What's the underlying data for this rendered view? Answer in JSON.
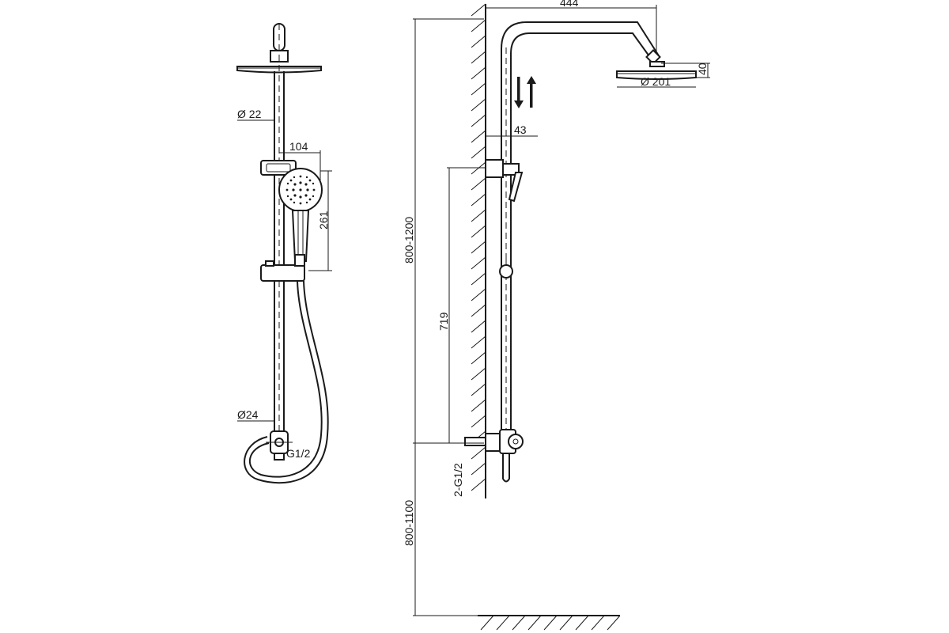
{
  "front_view": {
    "pipe_diameter": "Ø 22",
    "lower_pipe_diameter": "Ø24",
    "handset_width": "104",
    "handset_length": "261",
    "inlet_thread": "G1/2"
  },
  "side_view": {
    "arm_reach": "444",
    "head_diameter": "Ø 201",
    "head_height": "40",
    "wall_offset": "43",
    "slider_height": "719",
    "rail_height_range": "800-1200",
    "inlet_thread": "2-G1/2",
    "mount_height_range": "800-1100"
  }
}
